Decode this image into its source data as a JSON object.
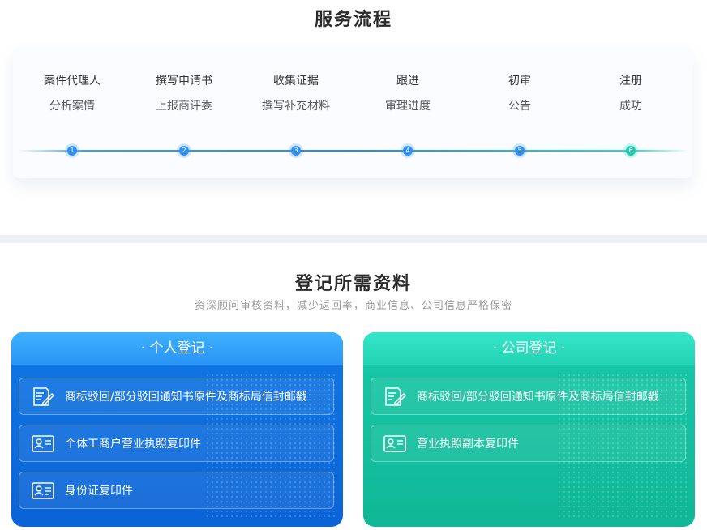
{
  "process": {
    "title": "服务流程",
    "steps": [
      {
        "line1": "案件代理人",
        "line2": "分析案情",
        "num": "1"
      },
      {
        "line1": "撰写申请书",
        "line2": "上报商评委",
        "num": "2"
      },
      {
        "line1": "收集证据",
        "line2": "撰写补充材料",
        "num": "3"
      },
      {
        "line1": "跟进",
        "line2": "审理进度",
        "num": "4"
      },
      {
        "line1": "初审",
        "line2": "公告",
        "num": "5"
      },
      {
        "line1": "注册",
        "line2": "成功",
        "num": "6"
      }
    ]
  },
  "materials": {
    "title": "登记所需资料",
    "subtitle": "资深顾问审核资料，减少返回率，商业信息、公司信息严格保密",
    "personal": {
      "header": "· 个人登记 ·",
      "items": [
        {
          "icon": "document-edit-icon",
          "text": "商标驳回/部分驳回通知书原件及商标局信封邮戳"
        },
        {
          "icon": "license-card-icon",
          "text": "个体工商户营业执照复印件"
        },
        {
          "icon": "id-card-icon",
          "text": "身份证复印件"
        }
      ]
    },
    "company": {
      "header": "· 公司登记 ·",
      "items": [
        {
          "icon": "document-edit-icon",
          "text": "商标驳回/部分驳回通知书原件及商标局信封邮戳"
        },
        {
          "icon": "license-card-icon",
          "text": "营业执照副本复印件"
        }
      ]
    }
  },
  "colors": {
    "blue_accent": "#2e8ff0",
    "teal_accent": "#22c9b0"
  }
}
